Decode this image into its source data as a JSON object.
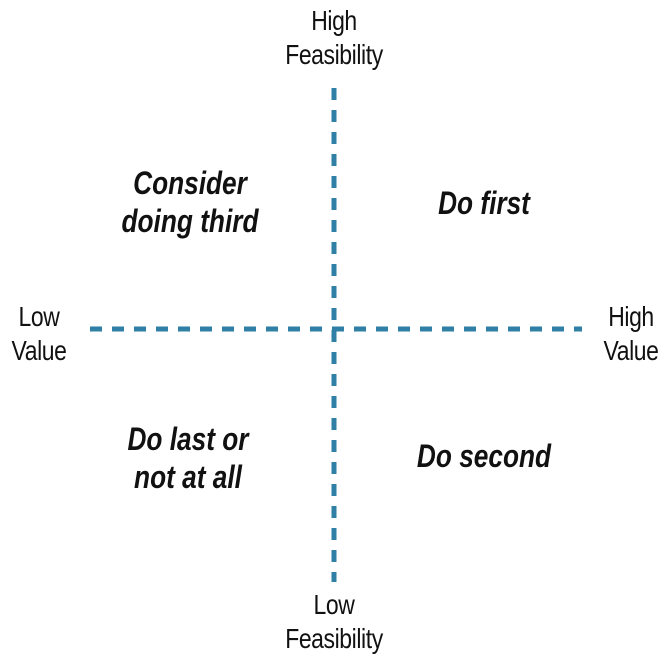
{
  "axes": {
    "top": [
      "High",
      "Feasibility"
    ],
    "bottom": [
      "Low",
      "Feasibility"
    ],
    "left": [
      "Low",
      "Value"
    ],
    "right": [
      "High",
      "Value"
    ]
  },
  "quadrants": {
    "top_left": [
      "Consider",
      "doing third"
    ],
    "top_right": [
      "Do first"
    ],
    "bottom_left": [
      "Do last or",
      "not at all"
    ],
    "bottom_right": [
      "Do second"
    ]
  },
  "colors": {
    "axis_line": "#2f7fa6",
    "text": "#111111"
  }
}
